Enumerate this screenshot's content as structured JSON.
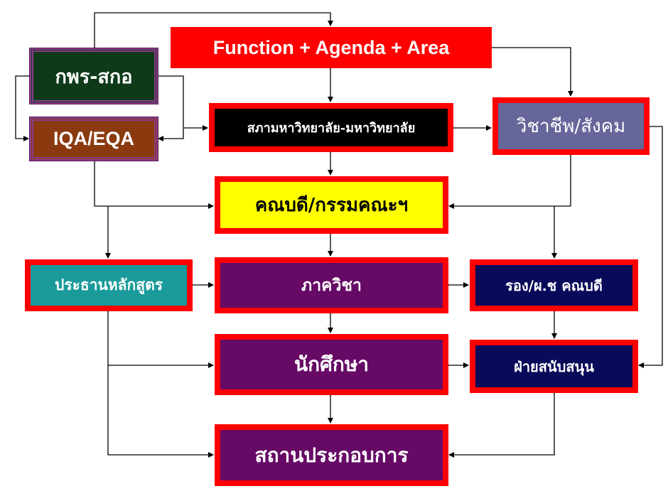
{
  "nodes": {
    "function": {
      "label": "Function + Agenda + Area",
      "color": "#ff0000"
    },
    "opdc_ohec": {
      "label": "กพร-สกอ",
      "color": "#0f3a1a"
    },
    "iqa_eqa": {
      "label": "IQA/EQA",
      "color": "#8b3a0f"
    },
    "council": {
      "label": "สภามหาวิทยาลัย-มหาวิทยาลัย",
      "color": "#000000"
    },
    "profession": {
      "label": "วิชาชีพ/สังคม",
      "color": "#66669a"
    },
    "dean": {
      "label": "คณบดี/กรรมคณะฯ",
      "color": "#ffff00"
    },
    "program_chair": {
      "label": "ประธานหลักสูตร",
      "color": "#1a9a9a"
    },
    "department": {
      "label": "ภาควิชา",
      "color": "#660a66"
    },
    "vice_dean": {
      "label": "รอง/ผ.ช คณบดี",
      "color": "#0a0a5a"
    },
    "students": {
      "label": "นักศึกษา",
      "color": "#660a66"
    },
    "support": {
      "label": "ฝ่ายสนับสนุน",
      "color": "#0a0a5a"
    },
    "workplace": {
      "label": "สถานประกอบการ",
      "color": "#660a66"
    }
  }
}
